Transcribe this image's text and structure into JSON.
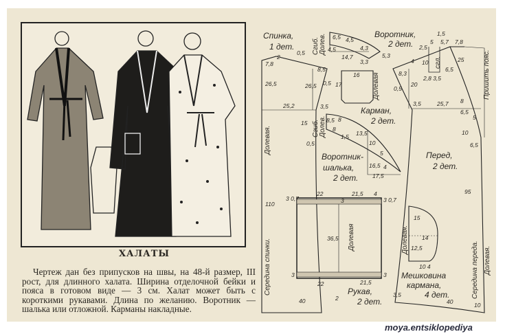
{
  "article": {
    "title": "ХАЛАТЫ",
    "body": "Чертеж дан без припусков на швы, на 48-й размер, III рост, для длинного халата. Ширина отделочной бейки и пояса в готовом виде — 3 см. Халат может быть с короткими рукавами. Длина по желанию. Воротник — шалька или отложной. Карманы накладные."
  },
  "pattern": {
    "labels": {
      "back": "Спинка,",
      "back_count": "1 дет.",
      "collar": "Воротник,",
      "collar_count": "2 дет.",
      "pocket": "Карман,",
      "pocket_count": "2 дет.",
      "shawl": "Воротник-",
      "shawl2": "шалька,",
      "shawl_count": "2 дет.",
      "front": "Перед,",
      "front_count": "2 дет.",
      "sleeve": "Рукав,",
      "sleeve_count": "2 дет.",
      "bag": "Мешковина",
      "bag2": "кармана,",
      "bag_count": "4 дет.",
      "grain": "Долевая.",
      "grain2": "Долевая",
      "fold": "Сгиб.",
      "fold_grain": "Долев.",
      "attach_belt": "Пришить пояс.",
      "center_back": "Середина спинки.",
      "center_front": "Середина переда.",
      "dart": "сгл."
    },
    "measurements": [
      "7,8",
      "2",
      "0,5",
      "26,5",
      "8,5",
      "26,5",
      "0,5",
      "25,2",
      "3,5",
      "15",
      "0,5",
      "6,5",
      "4,5",
      "4,5",
      "14,7",
      "4,3",
      "3,3",
      "5,3",
      "16",
      "17",
      "5",
      "5,7",
      "7,8",
      "1,5",
      "2,5",
      "8,3",
      "10",
      "4",
      "20",
      "0,5",
      "3,5",
      "25,7",
      "8",
      "6,5",
      "5",
      "10",
      "6,5",
      "25",
      "2,8 3,5",
      "6,5",
      "8,5",
      "8",
      "8",
      "13,5",
      "10",
      "5",
      "16,5",
      "4",
      "17,5",
      "1,5",
      "110",
      "3 0,7",
      "22",
      "21,5",
      "4",
      "3 0,7",
      "3",
      "36,5",
      "3",
      "22",
      "21,5",
      "3",
      "40",
      "2",
      "3,5",
      "40",
      "10",
      "95",
      "15",
      "14",
      "12,5",
      "10 4"
    ]
  },
  "watermark": "moya.entsiklopediya",
  "colors": {
    "paper": "#eee7d3",
    "ink": "#2a2722"
  }
}
